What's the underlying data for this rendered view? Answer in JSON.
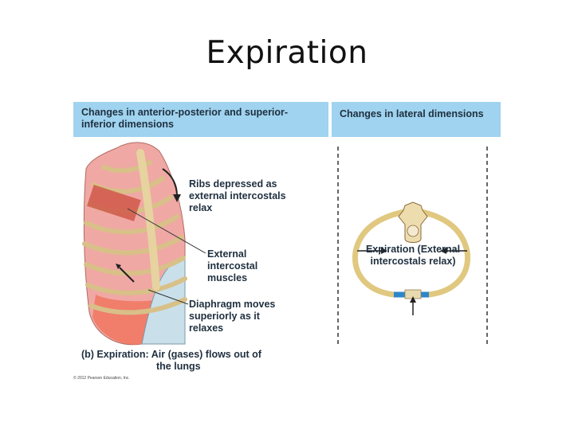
{
  "slide": {
    "title": "Expiration"
  },
  "figure": {
    "panel_headers": {
      "left": "Changes in anterior-posterior and superior-inferior dimensions",
      "right": "Changes in lateral dimensions"
    },
    "labels": {
      "ribs": "Ribs depressed as external intercostals relax",
      "external_intercostal": "External intercostal muscles",
      "diaphragm": "Diaphragm moves superiorly as it relaxes",
      "expiration": "Expiration (External intercostals relax)"
    },
    "caption_a": "(b) Expiration: Air (gases) flows out of",
    "caption_b": "the lungs",
    "copyright": "© 2012 Pearson Education, Inc."
  }
}
